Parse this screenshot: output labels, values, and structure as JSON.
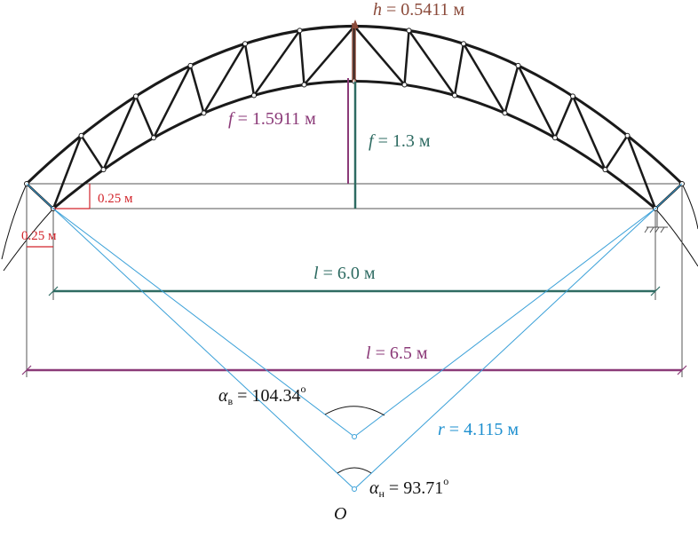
{
  "colors": {
    "truss": "#1a1a1a",
    "dim_gray": "#555555",
    "brown": "#8b4a3a",
    "purple": "#8b3a78",
    "teal": "#2e6b62",
    "red": "#d2232a",
    "blue": "#3aa0d8",
    "black": "#111111"
  },
  "labels": {
    "h_sym": "h",
    "h_val": " = 0.5411 м",
    "f_outer_sym": "f",
    "f_outer_val": " = 1.5911 м",
    "f_inner_sym": "f",
    "f_inner_val": " = 1.3 м",
    "offset_h": "0.25 м",
    "offset_v": "0.25 м",
    "l_inner_sym": "l",
    "l_inner_val": " = 6.0 м",
    "l_outer_sym": "l",
    "l_outer_val": " = 6.5 м",
    "alpha_top_sym": "α",
    "alpha_top_sub": "в",
    "alpha_top_val": " = 104.34",
    "alpha_top_deg": "o",
    "r_sym": "r",
    "r_val": " = 4.115 м",
    "alpha_bot_sym": "α",
    "alpha_bot_sub": "н",
    "alpha_bot_val": " = 93.71",
    "alpha_bot_deg": "o",
    "origin": "O"
  }
}
